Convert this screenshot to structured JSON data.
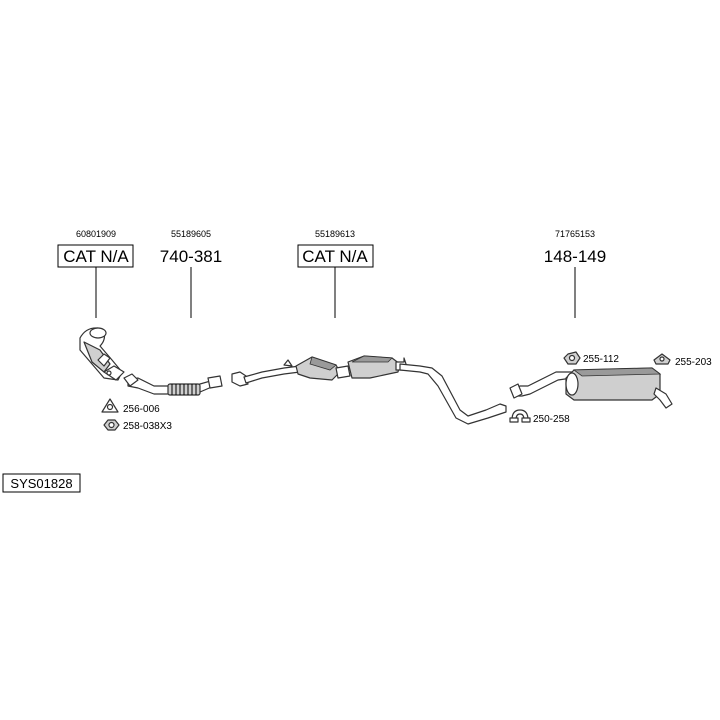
{
  "callouts": [
    {
      "oem": "60801909",
      "label": "CAT N/A",
      "boxed": true
    },
    {
      "oem": "55189605",
      "label": "740-381",
      "boxed": false
    },
    {
      "oem": "55189613",
      "label": "CAT N/A",
      "boxed": true
    },
    {
      "oem": "71765153",
      "label": "148-149",
      "boxed": false
    }
  ],
  "small_parts": [
    {
      "code": "256-006",
      "icon": "triangle-gasket-icon"
    },
    {
      "code": "258-038X3",
      "icon": "nut-icon"
    },
    {
      "code": "255-112",
      "icon": "rubber-mount-icon"
    },
    {
      "code": "255-203",
      "icon": "hanger-icon"
    },
    {
      "code": "250-258",
      "icon": "clamp-icon"
    }
  ],
  "system_code": "SYS01828"
}
